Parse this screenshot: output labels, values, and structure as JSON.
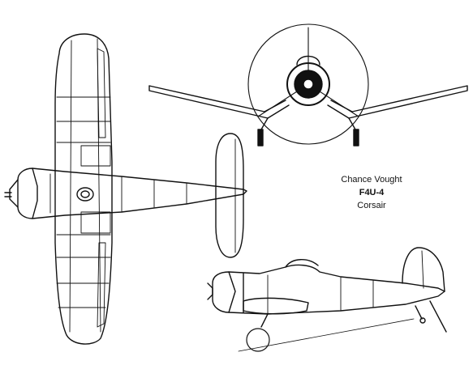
{
  "caption": {
    "maker": "Chance Vought",
    "model": "F4U-4",
    "name": "Corsair"
  },
  "colors": {
    "ink": "#111111",
    "background": "#ffffff"
  }
}
